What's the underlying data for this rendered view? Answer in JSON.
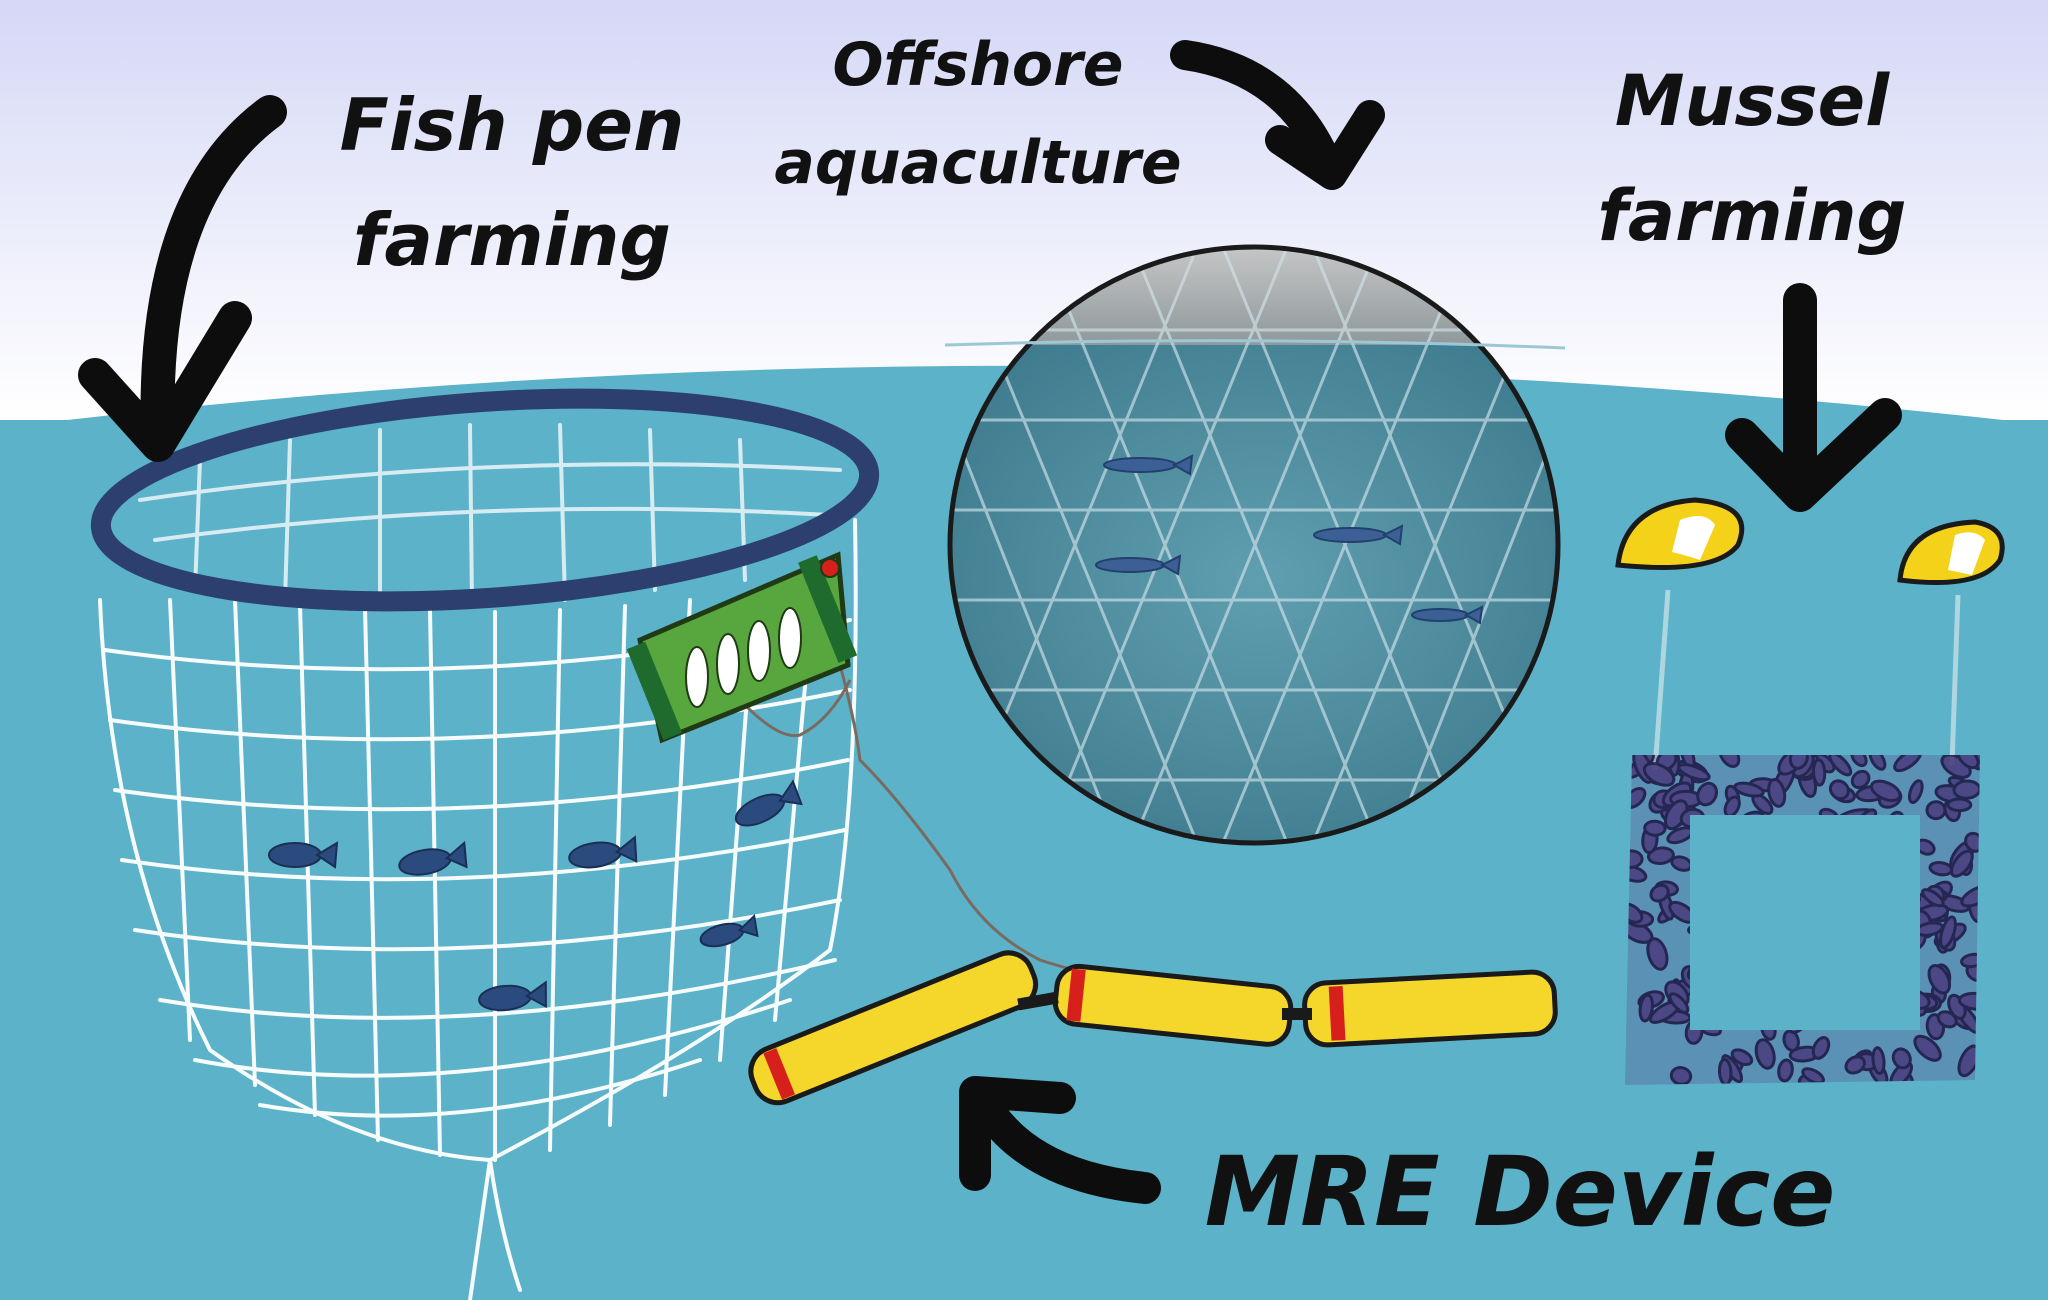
{
  "labels": {
    "fish_pen": [
      "Fish pen",
      "farming"
    ],
    "offshore": [
      "Offshore",
      "aquaculture"
    ],
    "mussel": [
      "Mussel",
      "farming"
    ],
    "mre": "MRE Device"
  },
  "colors": {
    "sky_top": "#d5d8f6",
    "sky_bottom": "#ffffff",
    "sea": "#5bb2c9",
    "pen_ring": "#2c3f6f",
    "device_panel": "#58a63e",
    "buoy": "#f5d21a",
    "wec_body": "#f4d72a",
    "wec_marker": "#d7201c",
    "mussel": "#4a3a7c",
    "fish": "#2b4a7d"
  }
}
